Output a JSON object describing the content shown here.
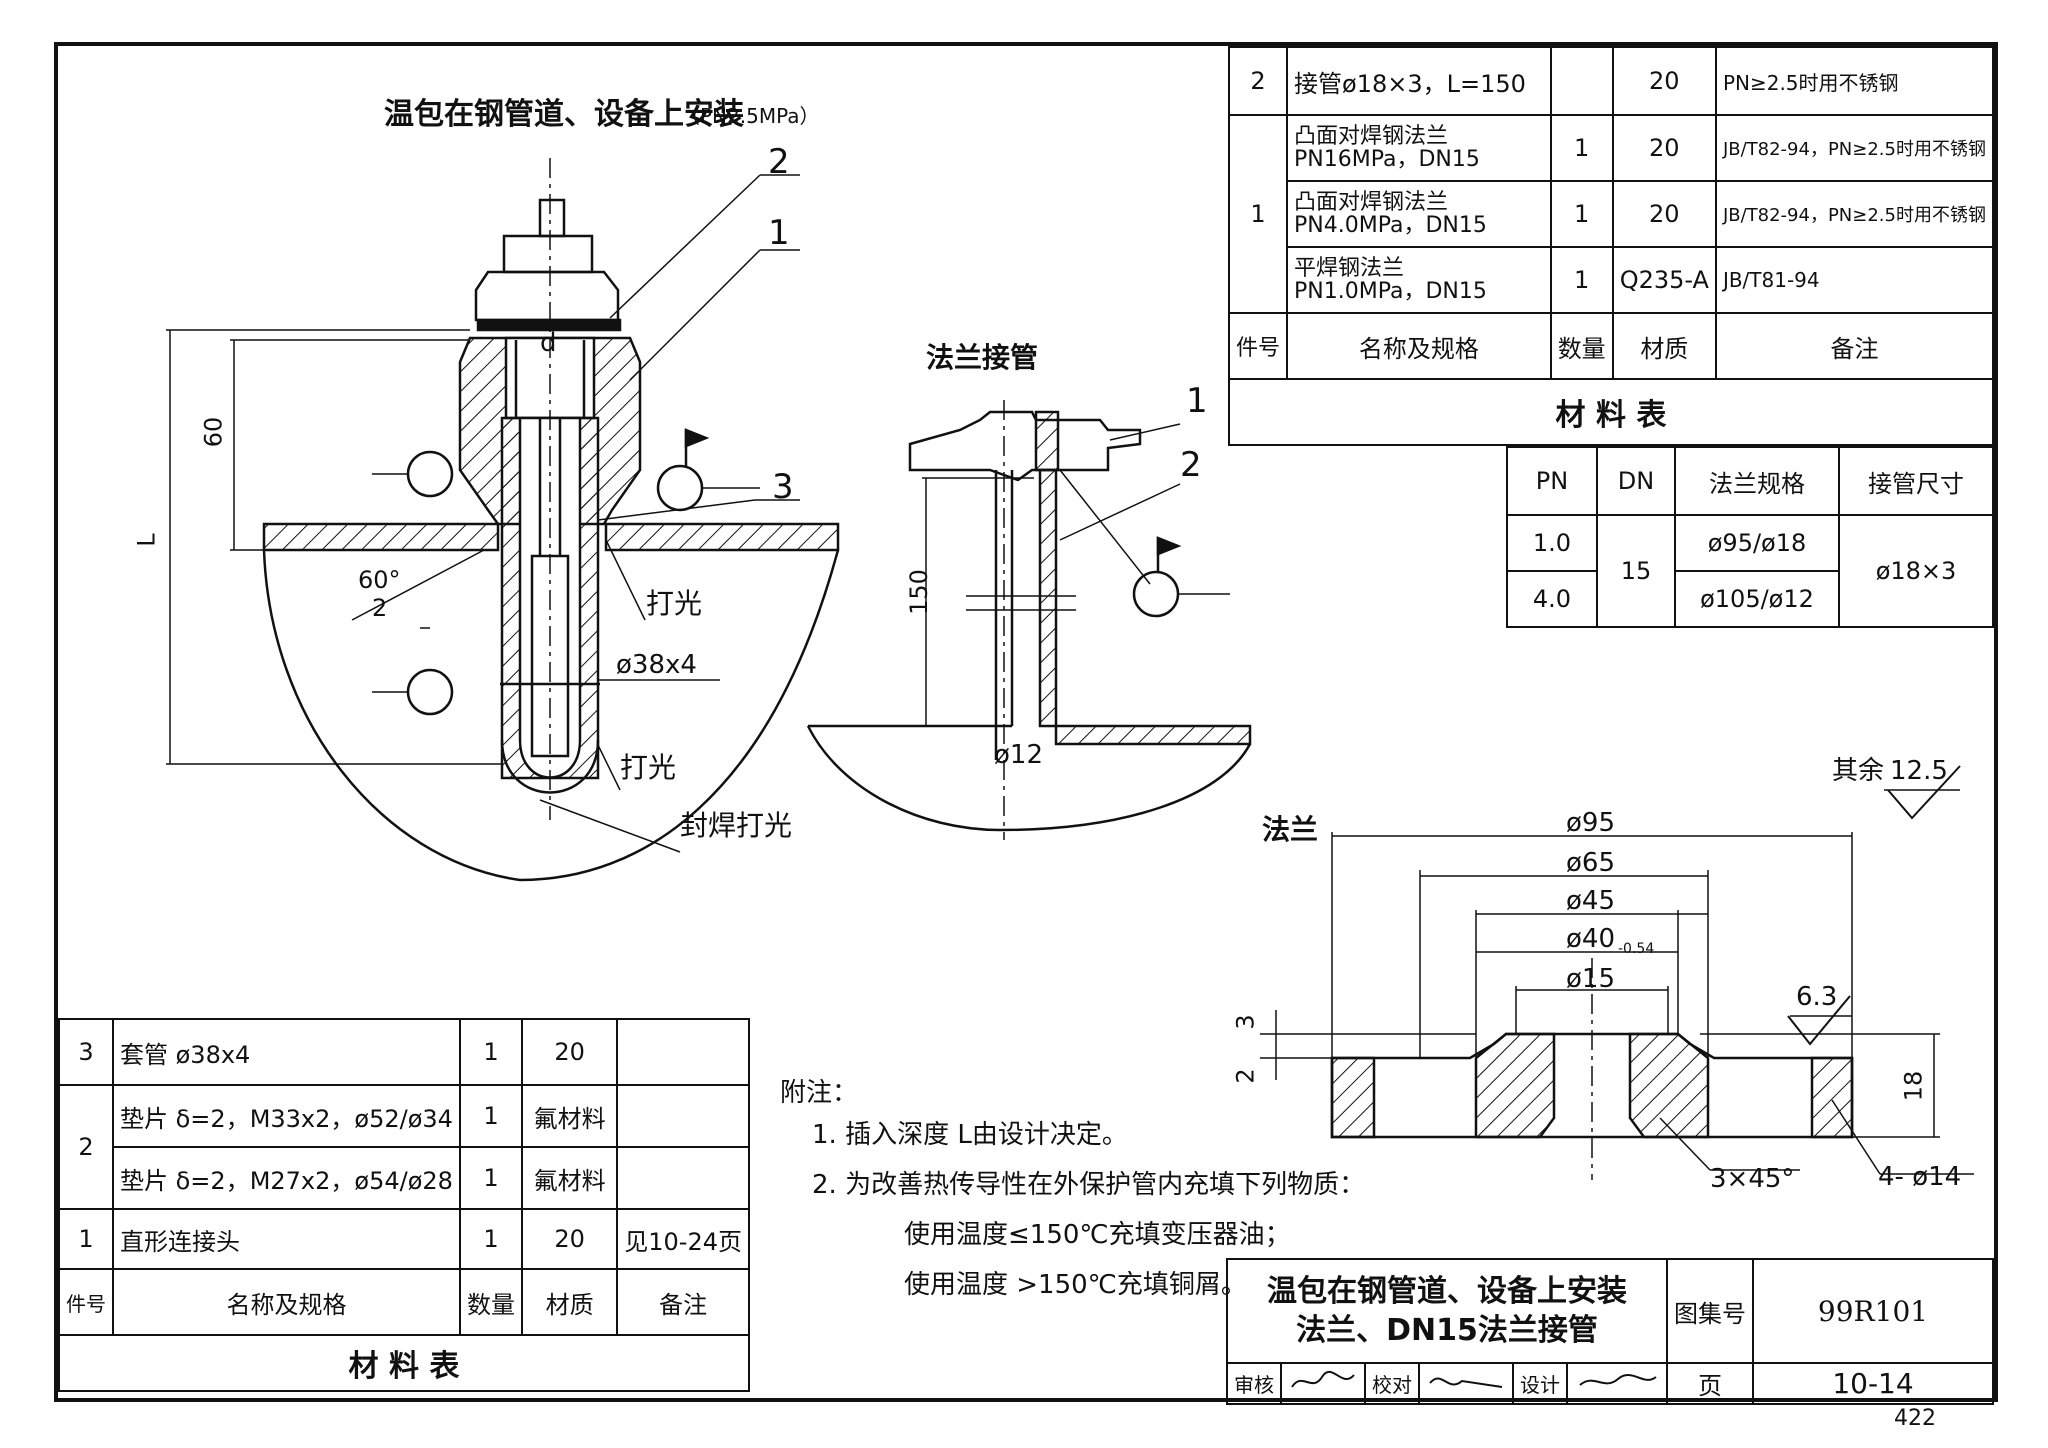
{
  "main_view": {
    "title": "温包在钢管道、设备上安装",
    "title_note": "（PN2.5MPa）",
    "dim_60": "60",
    "dim_L": "L",
    "dim_d": "d",
    "angle": "60°",
    "angle_sub": "2",
    "tube": "ø38x4",
    "polish1": "打光",
    "polish2": "打光",
    "seal_weld": "封焊打光",
    "labels": [
      "1",
      "2",
      "3"
    ]
  },
  "flange_pipe_view": {
    "title": "法兰接管",
    "dim_150": "150",
    "dim_12": "ø12",
    "labels": [
      "1",
      "2"
    ]
  },
  "flange_view": {
    "title": "法兰",
    "roughness_other_label": "其余",
    "roughness_other": "12.5",
    "roughness_face": "6.3",
    "dia": [
      "ø95",
      "ø65",
      "ø45",
      "ø40",
      "ø15"
    ],
    "tolerance": "-0.54",
    "h3": "3",
    "h2": "2",
    "h18": "18",
    "chamfer": "3×45°",
    "holes": "4- ø14"
  },
  "top_parts_table": {
    "rows": [
      {
        "no": "2",
        "name": "接管ø18×3，L=150",
        "qty": "",
        "mat": "20",
        "note": "PN≥2.5时用不锈钢"
      },
      {
        "no": "1",
        "name": "凸面对焊钢法兰\nPN16MPa，DN15",
        "qty": "1",
        "mat": "20",
        "note": "JB/T82-94，PN≥2.5时用不锈钢"
      },
      {
        "no": "",
        "name": "凸面对焊钢法兰\nPN4.0MPa，DN15",
        "qty": "1",
        "mat": "20",
        "note": "JB/T82-94，PN≥2.5时用不锈钢"
      },
      {
        "no": "",
        "name": "平焊钢法兰\nPN1.0MPa，DN15",
        "qty": "1",
        "mat": "Q235-A",
        "note": "JB/T81-94"
      }
    ],
    "header": {
      "no": "件号",
      "name": "名称及规格",
      "qty": "数量",
      "mat": "材质",
      "note": "备注"
    },
    "caption": "材  料  表"
  },
  "pn_table": {
    "header": [
      "PN",
      "DN",
      "法兰规格",
      "接管尺寸"
    ],
    "rows": [
      [
        "1.0",
        "15",
        "ø95/ø18",
        "ø18×3"
      ],
      [
        "4.0",
        "",
        "ø105/ø12",
        ""
      ]
    ]
  },
  "bottom_parts_table": {
    "rows": [
      {
        "no": "3",
        "name": "套管 ø38x4",
        "qty": "1",
        "mat": "20",
        "note": ""
      },
      {
        "no": "2",
        "name": "垫片 δ=2，M33x2，ø52/ø34",
        "qty": "1",
        "mat": "氟材料",
        "note": ""
      },
      {
        "no": "",
        "name": "垫片 δ=2，M27x2，ø54/ø28",
        "qty": "1",
        "mat": "氟材料",
        "note": ""
      },
      {
        "no": "1",
        "name": "直形连接头",
        "qty": "1",
        "mat": "20",
        "note": "见10-24页"
      }
    ],
    "header": {
      "no": "件号",
      "name": "名称及规格",
      "qty": "数量",
      "mat": "材质",
      "note": "备注"
    },
    "caption": "材  料  表"
  },
  "notes": {
    "heading": "附注：",
    "items": [
      "1. 插入深度 L由设计决定。",
      "2. 为改善热传导性在外保护管内充填下列物质：",
      "使用温度≤150℃充填变压器油；",
      "使用温度 >150℃充填铜屑。"
    ]
  },
  "title_block": {
    "title1": "温包在钢管道、设备上安装",
    "title2": "法兰、DN15法兰接管",
    "atlas_label": "图集号",
    "atlas_no": "99R101",
    "review": "审核",
    "check": "校对",
    "design": "设计",
    "page_label": "页",
    "page_no": "10-14"
  },
  "sheet_number": "422"
}
